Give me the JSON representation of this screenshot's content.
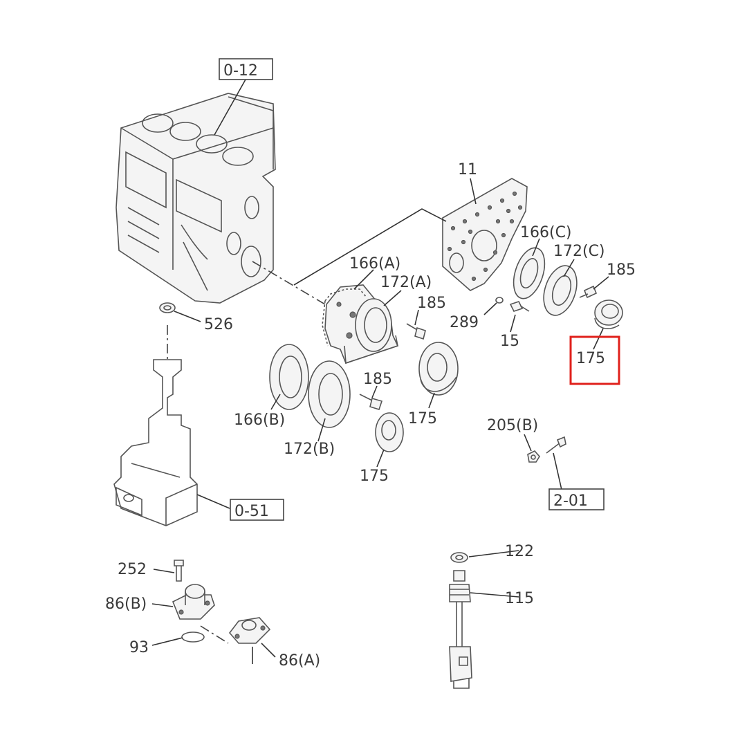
{
  "labels": {
    "ref_0_12": "0-12",
    "ref_0_51": "0-51",
    "ref_2_01": "2-01",
    "p526": "526",
    "p11": "11",
    "p166c": "166(C)",
    "p172c": "172(C)",
    "p185_right": "185",
    "p166a": "166(A)",
    "p172a": "172(A)",
    "p185_mid": "185",
    "p289": "289",
    "p15": "15",
    "p175_highlight": "175",
    "p166b": "166(B)",
    "p185_low": "185",
    "p172b": "172(B)",
    "p175_mid": "175",
    "p175_low": "175",
    "p205b": "205(B)",
    "p252": "252",
    "p86b": "86(B)",
    "p93": "93",
    "p86a": "86(A)",
    "p122": "122",
    "p115": "115"
  },
  "highlight": {
    "part": "175",
    "color": "#e0201b"
  }
}
